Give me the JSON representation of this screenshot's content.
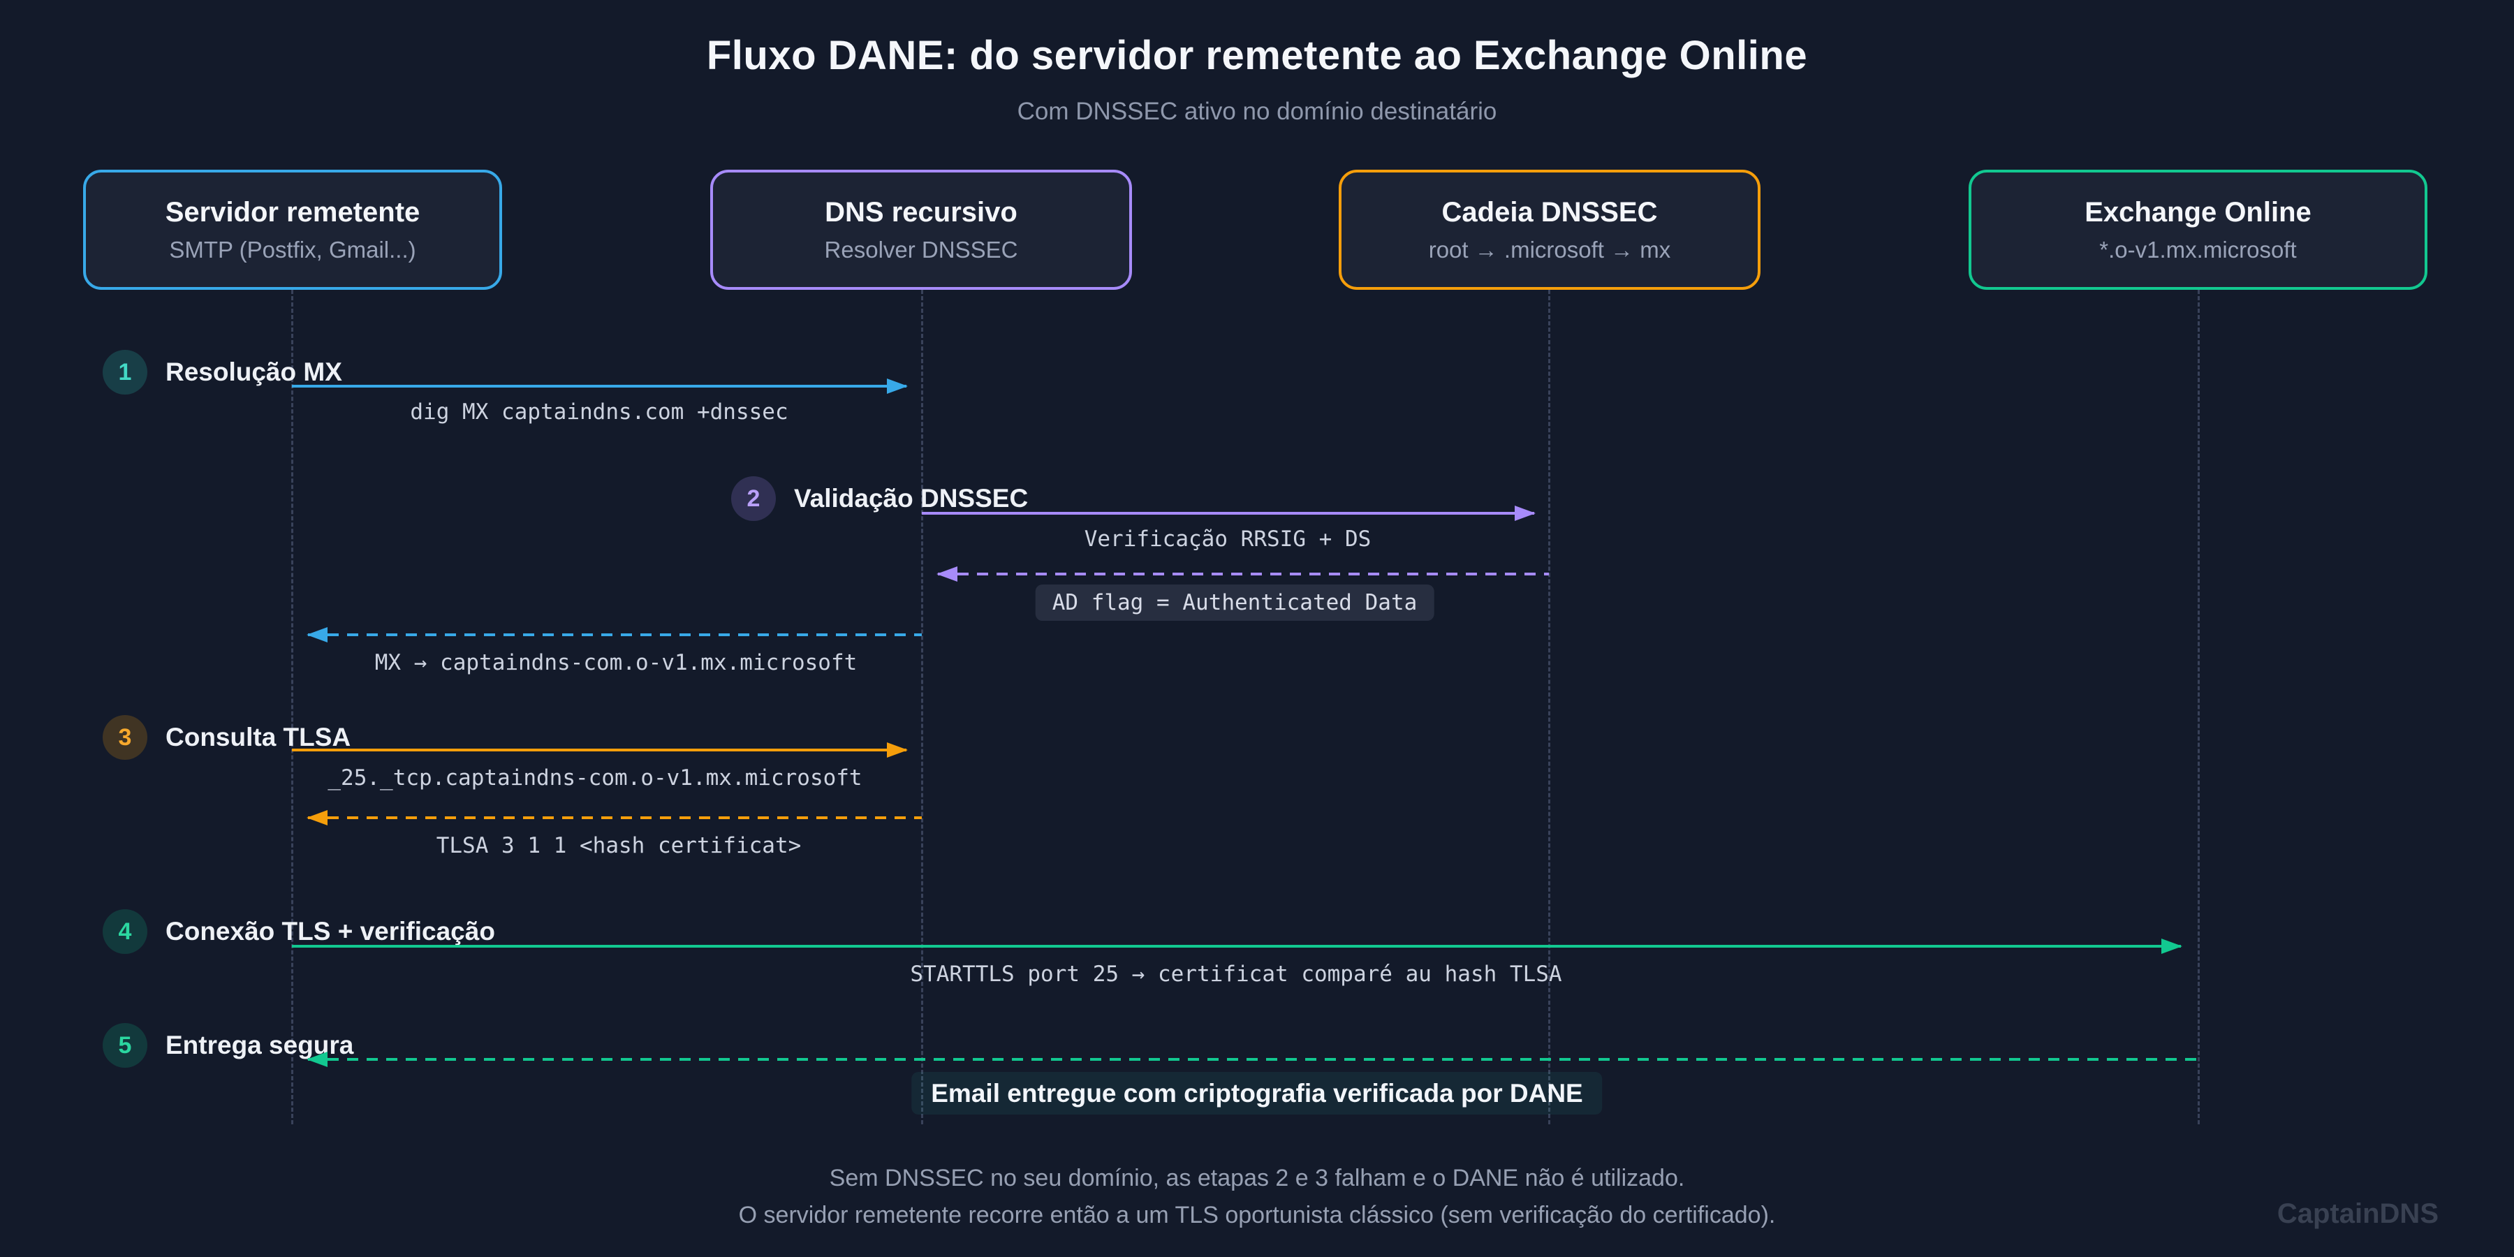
{
  "title": "Fluxo DANE: do servidor remetente ao Exchange Online",
  "subtitle": "Com DNSSEC ativo no domínio destinatário",
  "participants": [
    {
      "name": "Servidor remetente",
      "detail": "SMTP (Postfix, Gmail...)"
    },
    {
      "name": "DNS recursivo",
      "detail": "Resolver DNSSEC"
    },
    {
      "name": "Cadeia DNSSEC",
      "detail": "root → .microsoft → mx"
    },
    {
      "name": "Exchange Online",
      "detail": "*.o-v1.mx.microsoft"
    }
  ],
  "steps": [
    {
      "number": "1",
      "label": "Resolução MX"
    },
    {
      "number": "2",
      "label": "Validação DNSSEC"
    },
    {
      "number": "3",
      "label": "Consulta TLSA"
    },
    {
      "number": "4",
      "label": "Conexão TLS + verificação"
    },
    {
      "number": "5",
      "label": "Entrega segura"
    }
  ],
  "messages": {
    "mx_query": "dig MX captaindns.com +dnssec",
    "rrsig_check": "Verificação RRSIG + DS",
    "ad_flag": "AD flag = Authenticated Data",
    "mx_response": "MX → captaindns-com.o-v1.mx.microsoft",
    "tlsa_query": "_25._tcp.captaindns-com.o-v1.mx.microsoft",
    "tlsa_response": "TLSA 3 1 1 <hash certificat>",
    "starttls": "STARTTLS port 25 → certificat comparé au hash TLSA",
    "delivery": "Email entregue com criptografia verificada por DANE"
  },
  "footer": {
    "line1": "Sem DNSSEC no seu domínio, as etapas 2 e 3 falham e o DANE não é utilizado.",
    "line2": "O servidor remetente recorre então a um TLS oportunista clássico (sem verificação do certificado)."
  },
  "watermark": "CaptainDNS",
  "colors": {
    "background": "#131a2a",
    "box_fill": "#1c2334",
    "blue": "#38a9e8",
    "purple": "#a78bfa",
    "orange": "#f59e0b",
    "green": "#12c890",
    "teal": "#2dd4bf",
    "lifeline": "#39425a"
  }
}
